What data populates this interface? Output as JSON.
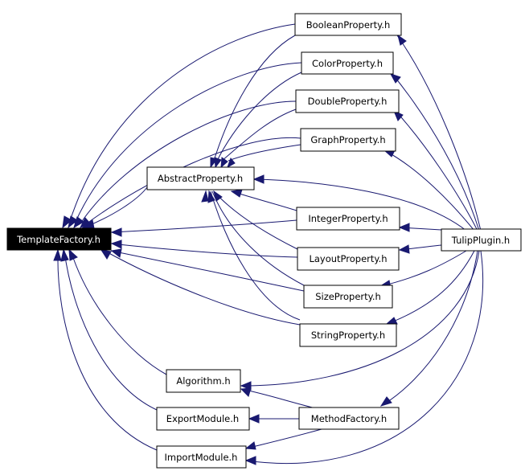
{
  "colors": {
    "edge": "#191970",
    "root_fill": "#000000",
    "root_text": "#ffffff"
  },
  "nodes": {
    "template_factory": "TemplateFactory.h",
    "abstract_property": "AbstractProperty.h",
    "boolean_property": "BooleanProperty.h",
    "color_property": "ColorProperty.h",
    "double_property": "DoubleProperty.h",
    "graph_property": "GraphProperty.h",
    "integer_property": "IntegerProperty.h",
    "layout_property": "LayoutProperty.h",
    "size_property": "SizeProperty.h",
    "string_property": "StringProperty.h",
    "tulip_plugin": "TulipPlugin.h",
    "algorithm": "Algorithm.h",
    "export_module": "ExportModule.h",
    "method_factory": "MethodFactory.h",
    "import_module": "ImportModule.h"
  }
}
